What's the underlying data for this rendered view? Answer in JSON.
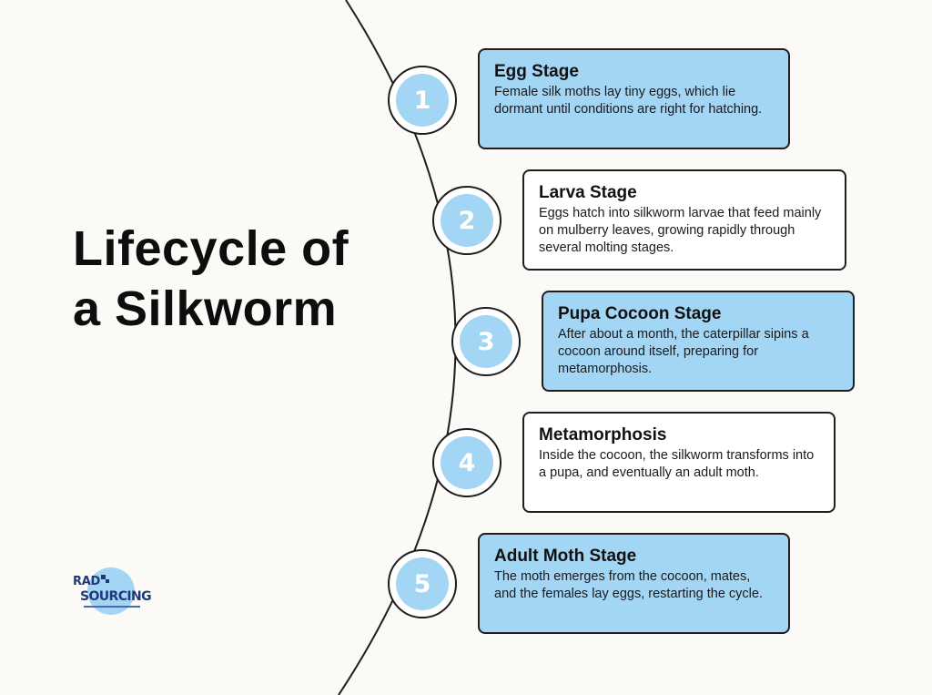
{
  "title": {
    "line1": "Lifecycle of",
    "line2": "a Silkworm"
  },
  "stages": [
    {
      "number": "1",
      "title": "Egg Stage",
      "text": "Female silk moths lay tiny eggs, which lie dormant until conditions are right for hatching.",
      "style": "blue"
    },
    {
      "number": "2",
      "title": "Larva Stage",
      "text": "Eggs hatch into silkworm larvae that feed mainly on mulberry leaves, growing rapidly through several molting stages.",
      "style": "white"
    },
    {
      "number": "3",
      "title": "Pupa Cocoon Stage",
      "text": "After about a month, the caterpillar sipins a cocoon around itself, preparing for metamorphosis.",
      "style": "blue"
    },
    {
      "number": "4",
      "title": "Metamorphosis",
      "text": "Inside the cocoon, the silkworm transforms into a pupa, and eventually an adult moth.",
      "style": "white"
    },
    {
      "number": "5",
      "title": "Adult Moth Stage",
      "text": "The moth emerges from the cocoon, mates, and the females lay eggs, restarting the cycle.",
      "style": "blue"
    }
  ],
  "logo": {
    "line1": "RAD",
    "line2": "SOURCING"
  },
  "colors": {
    "background": "#fcfaf7",
    "accent": "#a3d5f4",
    "outline": "#1e1e1e",
    "logo": "#1f3a7a"
  }
}
